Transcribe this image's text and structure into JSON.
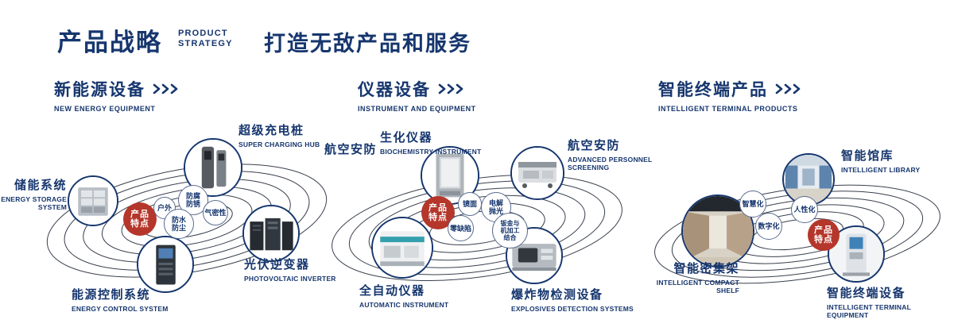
{
  "colors": {
    "primary_navy": "#16366e",
    "accent_red": "#b5362a",
    "ring_gray": "#39404d"
  },
  "header": {
    "title_cn": "产品战略",
    "title_en": [
      "PRODUCT",
      "STRATEGY"
    ],
    "slogan": "打造无敌产品和服务"
  },
  "sections": [
    {
      "title_cn": "新能源设备",
      "title_en": "NEW ENERGY EQUIPMENT",
      "center_lines": [
        "产品",
        "特点"
      ],
      "features": [
        {
          "lines": [
            "户外"
          ]
        },
        {
          "lines": [
            "防腐",
            "防锈"
          ]
        },
        {
          "lines": [
            "气密性"
          ]
        },
        {
          "lines": [
            "防水",
            "防尘"
          ]
        }
      ],
      "products": [
        {
          "name_cn": "超级充电桩",
          "name_en": "SUPER CHARGING HUB"
        },
        {
          "name_cn": "储能系统",
          "name_en": "ENERGY STORAGE SYSTEM"
        },
        {
          "name_cn": "光伏逆变器",
          "name_en": "PHOTOVOLTAIC INVERTER"
        },
        {
          "name_cn": "能源控制系统",
          "name_en": "ENERGY CONTROL SYSTEM"
        }
      ]
    },
    {
      "title_cn": "仪器设备",
      "title_en": "INSTRUMENT AND EQUIPMENT",
      "side_label": "航空安防",
      "center_lines": [
        "产品",
        "特点"
      ],
      "features": [
        {
          "lines": [
            "镜面"
          ]
        },
        {
          "lines": [
            "电解",
            "抛光"
          ]
        },
        {
          "lines": [
            "零缺陷"
          ]
        },
        {
          "lines": [
            "钣金与",
            "机加工",
            "结合"
          ]
        }
      ],
      "products": [
        {
          "name_cn": "生化仪器",
          "name_en": "BIOCHEMISTRY INSTRUMENT"
        },
        {
          "name_cn": "航空安防",
          "name_en": "ADVANCED PERSONNEL SCREENING"
        },
        {
          "name_cn": "全自动仪器",
          "name_en": "AUTOMATIC INSTRUMENT"
        },
        {
          "name_cn": "爆炸物检测设备",
          "name_en": "EXPLOSIVES DETECTION SYSTEMS"
        }
      ]
    },
    {
      "title_cn": "智能终端产品",
      "title_en": "INTELLIGENT TERMINAL PRODUCTS",
      "center_lines": [
        "产品",
        "特点"
      ],
      "features": [
        {
          "lines": [
            "智慧化"
          ]
        },
        {
          "lines": [
            "人性化"
          ]
        },
        {
          "lines": [
            "数字化"
          ]
        }
      ],
      "products": [
        {
          "name_cn": "智能馆库",
          "name_en": "INTELLIGENT LIBRARY"
        },
        {
          "name_cn": "智能密集架",
          "name_en": "INTELLIGENT COMPACT SHELF"
        },
        {
          "name_cn": "智能终端设备",
          "name_en": "INTELLIGENT TERMINAL EQUIPMENT"
        }
      ]
    }
  ]
}
